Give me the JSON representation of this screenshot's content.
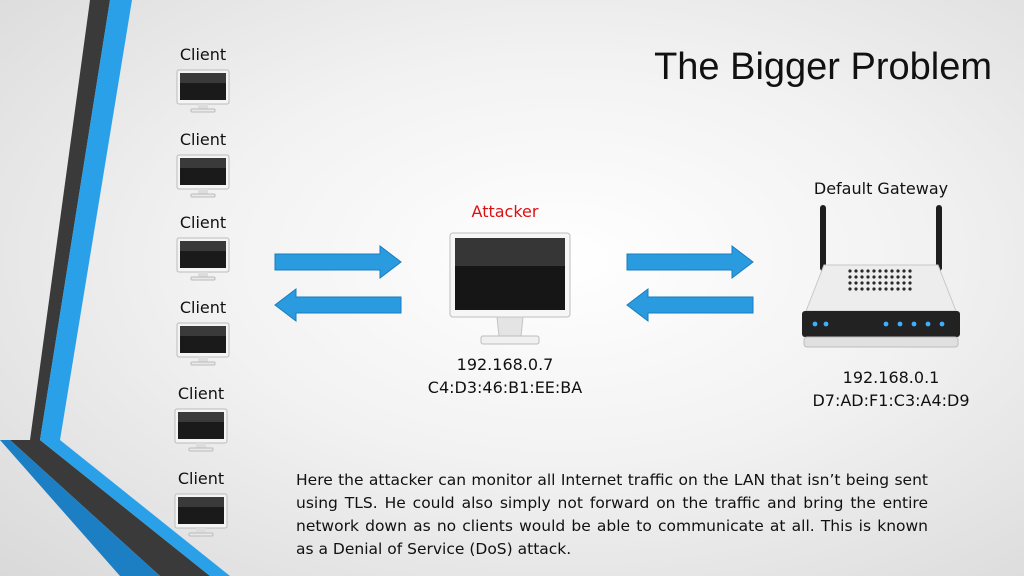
{
  "title": "The Bigger Problem",
  "clients": [
    {
      "label": "Client"
    },
    {
      "label": "Client"
    },
    {
      "label": "Client"
    },
    {
      "label": "Client"
    },
    {
      "label": "Client"
    },
    {
      "label": "Client"
    }
  ],
  "attacker": {
    "label": "Attacker",
    "ip": "192.168.0.7",
    "mac": "C4:D3:46:B1:EE:BA"
  },
  "gateway": {
    "label": "Default Gateway",
    "ip": "192.168.0.1",
    "mac": "D7:AD:F1:C3:A4:D9"
  },
  "description": "Here the attacker can monitor all Internet traffic on the LAN that isn’t being sent using TLS. He could also simply not forward on the traffic and bring the entire network down as no clients would be able to communicate at all. This is known as a Denial of Service (DoS) attack.",
  "colors": {
    "arrow": "#2b9be0",
    "attacker_label": "#dd1111",
    "stripe_dark": "#4a4a4a",
    "stripe_blue": "#2aa0e8"
  }
}
